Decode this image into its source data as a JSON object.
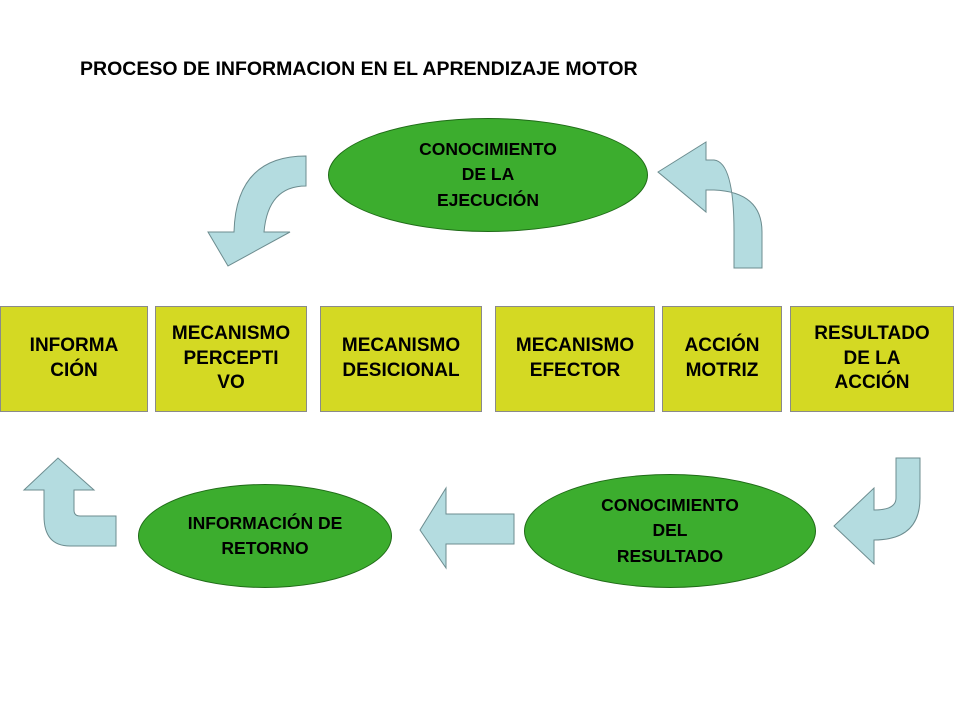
{
  "title": "PROCESO DE INFORMACION EN EL APRENDIZAJE MOTOR",
  "boxes": [
    {
      "label": "INFORMA\nCIÓN"
    },
    {
      "label": "MECANISMO\nPERCEPTI\nVO"
    },
    {
      "label": "MECANISMO\nDESICIONAL"
    },
    {
      "label": "MECANISMO\nEFECTOR"
    },
    {
      "label": "ACCIÓN\nMOTRIZ"
    },
    {
      "label": "RESULTADO\nDE LA\nACCIÓN"
    }
  ],
  "ellipses": {
    "conocimiento_ejecucion": "CONOCIMIENTO\nDE LA\nEJECUCIÓN",
    "conocimiento_resultado": "CONOCIMIENTO\nDEL\nRESULTADO",
    "informacion_retorno": "INFORMACIÓN DE\nRETORNO"
  },
  "colors": {
    "box_fill": "#d4d923",
    "ellipse_fill": "#3cad2e",
    "arrow_fill": "#b4dce0"
  }
}
